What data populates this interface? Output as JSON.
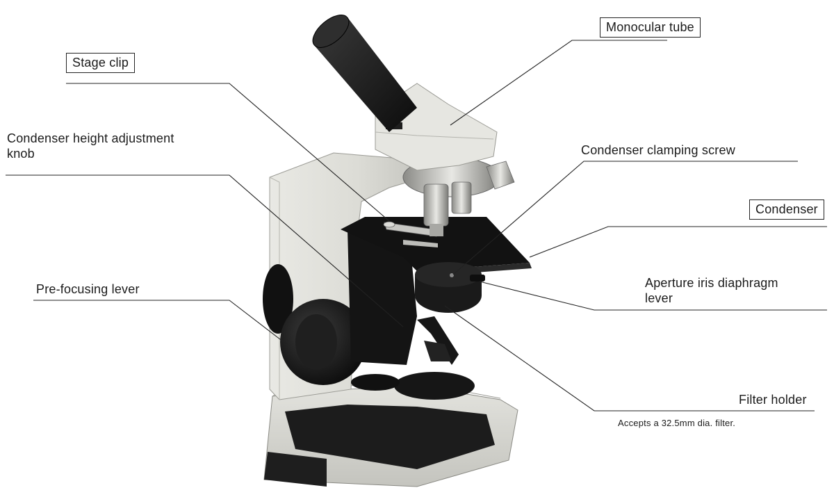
{
  "figure": {
    "subject": "Microscope",
    "callouts": [
      {
        "id": "monocular-tube",
        "text": "Monocular tube",
        "boxed": true
      },
      {
        "id": "stage-clip",
        "text": "Stage clip",
        "boxed": true
      },
      {
        "id": "condenser-height-knob",
        "text": "Condenser height adjustment\nknob",
        "boxed": false
      },
      {
        "id": "condenser-clamping-screw",
        "text": "Condenser clamping screw",
        "boxed": false
      },
      {
        "id": "condenser",
        "text": "Condenser",
        "boxed": true
      },
      {
        "id": "pre-focusing-lever",
        "text": "Pre-focusing lever",
        "boxed": false
      },
      {
        "id": "aperture-iris-lever",
        "text": "Aperture iris diaphragm\nlever",
        "boxed": false
      },
      {
        "id": "filter-holder",
        "text": "Filter holder",
        "boxed": false
      }
    ],
    "note": "Accepts a 32.5mm dia. filter."
  }
}
